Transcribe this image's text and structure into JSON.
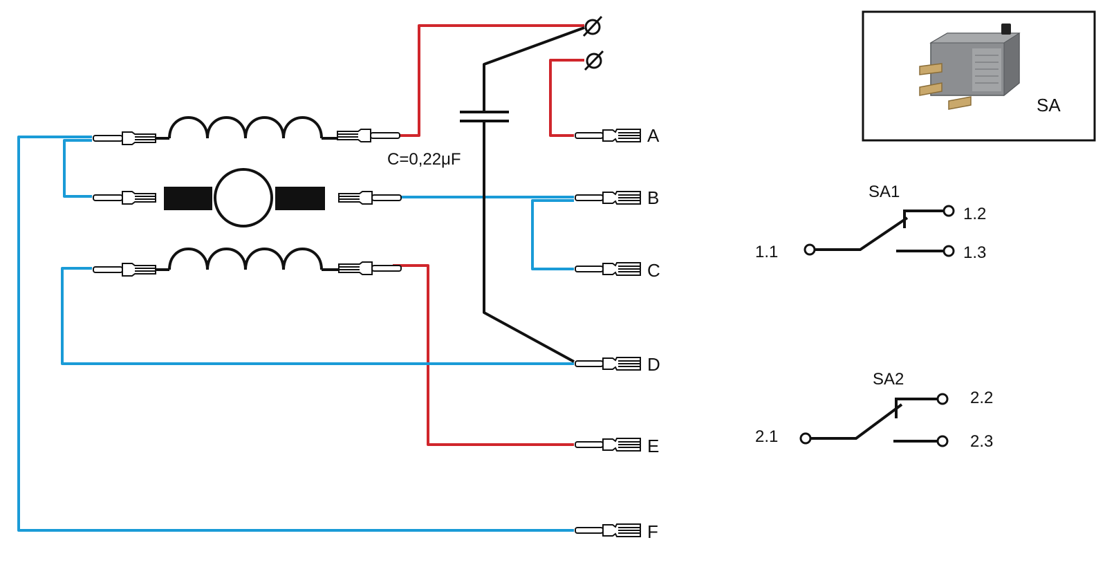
{
  "capacitor": {
    "label": "C=0,22μF"
  },
  "terminals": {
    "A": "A",
    "B": "B",
    "C": "C",
    "D": "D",
    "E": "E",
    "F": "F"
  },
  "switch_photo": {
    "label": "SA"
  },
  "sa1": {
    "title": "SA1",
    "common": "1.1",
    "no": "1.2",
    "nc": "1.3"
  },
  "sa2": {
    "title": "SA2",
    "common": "2.1",
    "no": "2.2",
    "nc": "2.3"
  },
  "colors": {
    "red_wire": "#d0262c",
    "blue_wire": "#1a9bd7",
    "black_wire": "#111111"
  }
}
